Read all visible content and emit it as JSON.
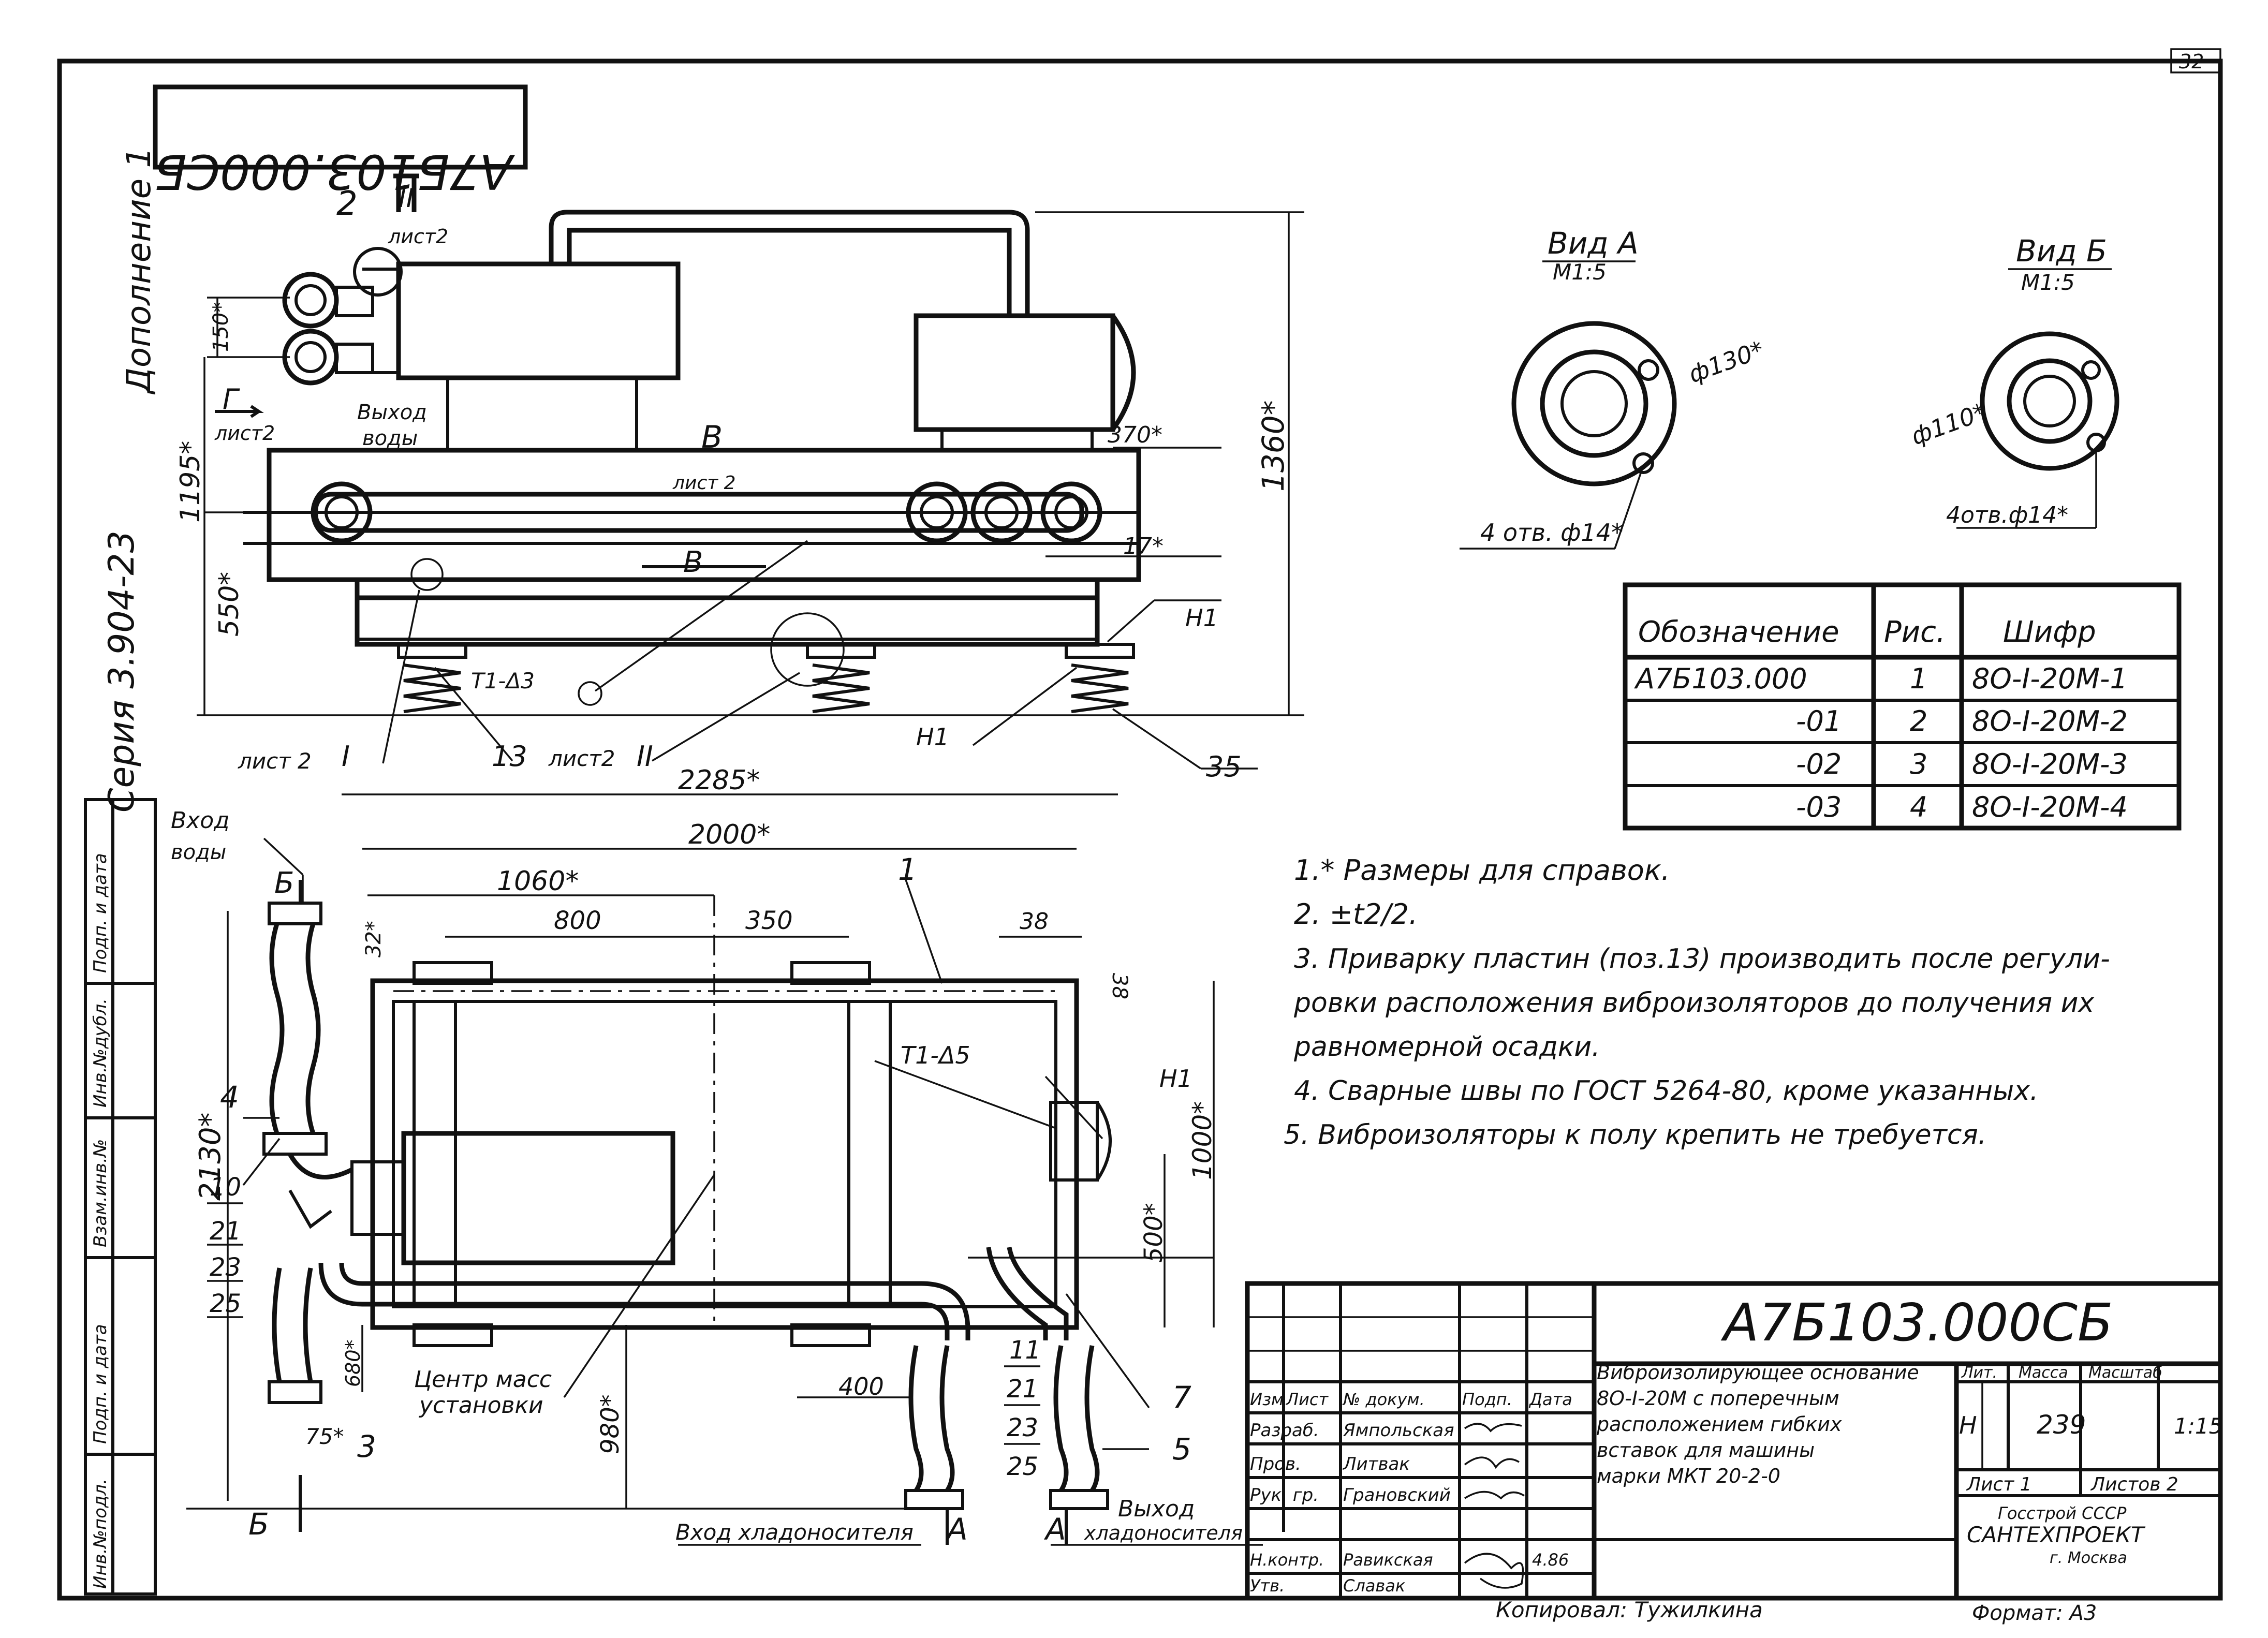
{
  "sheet_corner_number": "32",
  "doc_code_rotated": "А7Б103.000СБ",
  "left_margin": {
    "supplement": "Дополнение 1",
    "series": "Серия 3.904-23",
    "stamp_cells": [
      "Подп. и дата",
      "Инв.№дубл.",
      "Взам.инв.№",
      "Подп. и дата",
      "Инв.№подл."
    ]
  },
  "view_a": {
    "title": "Вид А",
    "scale": "М1:5",
    "diameter": "ф130*",
    "holes": "4 отв. ф14*"
  },
  "view_b": {
    "title": "Вид Б",
    "scale": "М1:5",
    "diameter": "ф110*",
    "holes": "4отв.ф14*"
  },
  "spec_table": {
    "headers": [
      "Обозначение",
      "Рис.",
      "Шифр"
    ],
    "rows": [
      [
        "А7Б103.000",
        "1",
        "8О-I-20М-1"
      ],
      [
        "-01",
        "2",
        "8О-I-20М-2"
      ],
      [
        "-02",
        "3",
        "8О-I-20М-3"
      ],
      [
        "-03",
        "4",
        "8О-I-20М-4"
      ]
    ]
  },
  "notes": [
    "1.* Размеры для справок.",
    "2. ±t2/2.",
    "3. Приварку пластин (поз.13) производить после регули-",
    "ровки расположения виброизоляторов до получения их",
    "равномерной осадки.",
    "4. Сварные швы по ГОСТ 5264-80, кроме указанных.",
    "5. Виброизоляторы к полу крепить не требуется."
  ],
  "top_view_labels": {
    "pos2": "2",
    "roman2": "II",
    "list2": "лист2",
    "outlet": "Выход",
    "water": "воды",
    "g_mark": "Г",
    "list2b": "лист2",
    "b_mark": "В",
    "list2c": "лист 2",
    "b_mark2": "В",
    "d150": "150*",
    "d1195": "1195*",
    "d550": "550*",
    "d1360": "1360*",
    "d370": "370*",
    "d17": "17*",
    "h1": "Н1",
    "h1b": "Н1",
    "weld": "Т1-Δ3",
    "list2_i": "лист 2",
    "roman1": "I",
    "pos13": "13",
    "list2_ii": "лист2",
    "roman2b": "II",
    "pos35": "35"
  },
  "front_view_labels": {
    "inlet": "Вход",
    "water": "воды",
    "b_top": "Б",
    "d2285": "2285*",
    "d2000": "2000*",
    "d1060": "1060*",
    "d800": "800",
    "d350": "350",
    "d38": "38",
    "d38b": "38",
    "d32": "32*",
    "pos1": "1",
    "pos4": "4",
    "d2130": "2130*",
    "pos10": "10",
    "pos21": "21",
    "pos23": "23",
    "pos25": "25",
    "weld5": "Т1-Δ5",
    "h1": "Н1",
    "d1000": "1000*",
    "d500": "500*",
    "pos11": "11",
    "pos21b": "21",
    "pos23b": "23",
    "pos25b": "25",
    "pos7": "7",
    "pos5": "5",
    "d400": "400",
    "center": "Центр масс",
    "install": "установки",
    "d680": "680*",
    "d980": "980*",
    "d75": "75*",
    "pos3": "3",
    "b_bottom": "Б",
    "coolant_in": "Вход хладоносителя",
    "a1": "А",
    "a2": "А",
    "outlet": "Выход",
    "coolant_out": "хладоносителя"
  },
  "title_block": {
    "code": "А7Б103.000СБ",
    "description": [
      "Виброизолирующее основание",
      "8О-I-20М с поперечным",
      "расположением гибких",
      "вставок для машины",
      "марки МКТ 20-2-0"
    ],
    "head_cells": [
      "Изм",
      "Лист",
      "№ докум.",
      "Подп.",
      "Дата"
    ],
    "roles": [
      [
        "Разраб.",
        "Ямпольская"
      ],
      [
        "Пров.",
        "Литвак"
      ],
      [
        "Рук. гр.",
        "Грановский"
      ],
      [
        "Н.контр.",
        "Равикская"
      ],
      [
        "Утв.",
        "Славак"
      ]
    ],
    "lit_label": "Лит.",
    "mass_label": "Масса",
    "scale_label": "Масштаб",
    "lit_value": "Н",
    "mass_value": "239",
    "scale_value": "1:15",
    "sheet": "Лист 1",
    "sheets": "Листов 2",
    "org1": "Госстрой СССР",
    "org2": "САНТЕХПРОЕКТ",
    "org3": "г. Москва",
    "date_sign": "4.86"
  },
  "footer": {
    "copied": "Копировал: Тужилкина",
    "format": "Формат: А3"
  }
}
